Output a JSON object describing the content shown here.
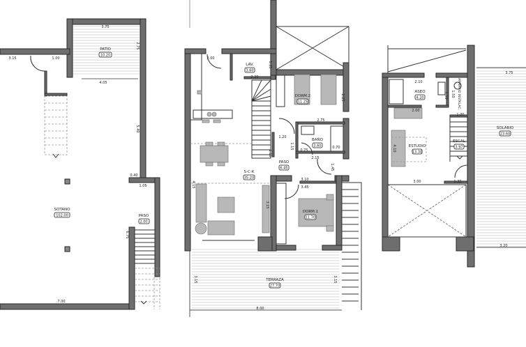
{
  "colors": {
    "wall": "#6e6e6e",
    "furniture": "#b8b8b8",
    "background": "#ffffff"
  },
  "basement": {
    "rooms": [
      {
        "name": "PATIO",
        "area": "10.20"
      },
      {
        "name": "SOTANO",
        "area": "102.00"
      },
      {
        "name": "PASO",
        "area": "2.00"
      }
    ],
    "dims": [
      "3.75",
      "2.75",
      "3.15",
      "1.00",
      "4.05",
      "5.40",
      "0.40",
      "1.05",
      "6.75",
      "7.00"
    ]
  },
  "ground": {
    "rooms": [
      {
        "name": "LAV.",
        "area": "3.60"
      },
      {
        "name": "DORM.2",
        "area": "11.25"
      },
      {
        "name": "BAÑO",
        "area": "3.60"
      },
      {
        "name": "PASO",
        "area": "6.45"
      },
      {
        "name": "S-C-K",
        "area": "35.20"
      },
      {
        "name": "DORM.1",
        "area": "11.70"
      },
      {
        "name": "TERRAZA",
        "area": "27.70"
      }
    ],
    "dims": [
      "2.00",
      "1.35",
      "2.20",
      "2.25",
      "2.75",
      "1.20",
      "1.15",
      "0.75",
      "0.70",
      "2.15",
      "1.45",
      "3.10",
      "3.45",
      "4.15",
      "3.15",
      "3.15",
      "3.15",
      "8.00",
      "1.15"
    ]
  },
  "upper": {
    "rooms": [
      {
        "name": "ASEO",
        "area": "4.20"
      },
      {
        "name": "ARMARIO INSTALAC.",
        "area": ""
      },
      {
        "name": "ESTUDIO",
        "area": "13.30"
      },
      {
        "name": "ESCAL",
        "area": "3.97"
      },
      {
        "name": "SOLARIO",
        "area": "23.60"
      }
    ],
    "dims": [
      "2.10",
      "1.50",
      "1.50",
      "1.00",
      "2.00",
      "4.10",
      "3.00",
      "1.35",
      "3.75",
      "3.20"
    ]
  }
}
